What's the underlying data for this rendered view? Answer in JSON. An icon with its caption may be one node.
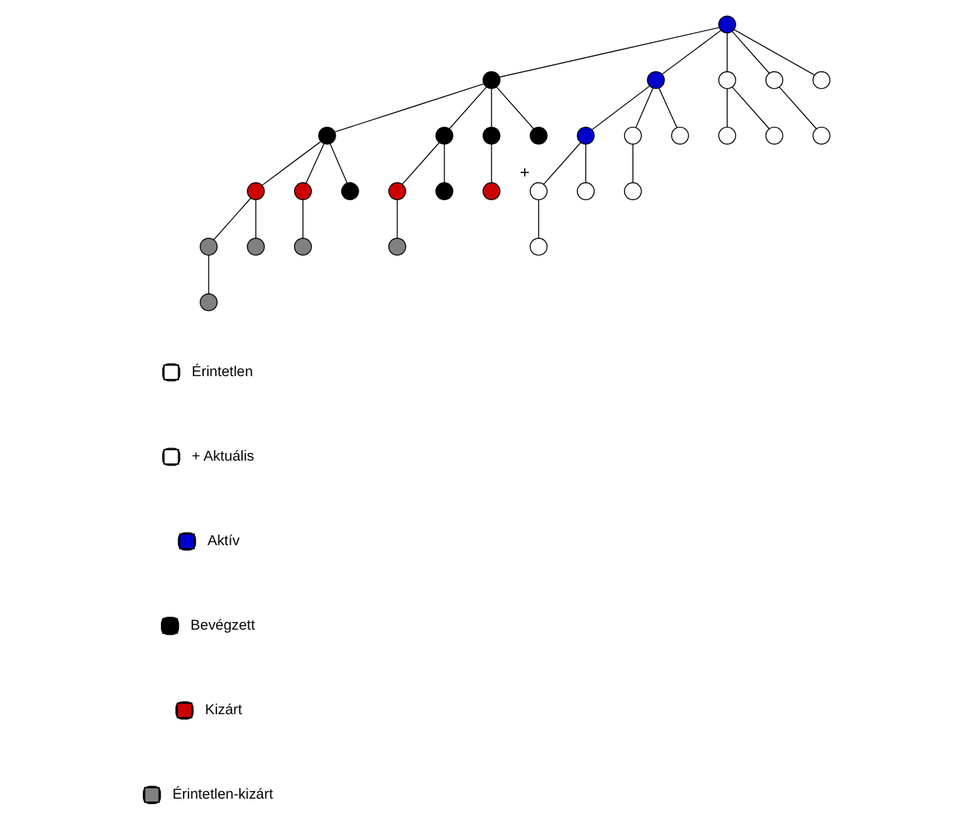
{
  "diagram": {
    "nodes": [
      {
        "text": [],
        "shape": "circle"
      },
      {
        "text": [],
        "shape": "circle"
      },
      {
        "text": [],
        "shape": "circle"
      },
      {
        "text": [],
        "shape": "circle"
      },
      {
        "text": [],
        "shape": "circle"
      },
      {
        "text": [],
        "shape": "circle"
      },
      {
        "text": [],
        "shape": "circle"
      },
      {
        "text": [],
        "shape": "circle"
      },
      {
        "text": [],
        "shape": "circle"
      },
      {
        "text": [],
        "shape": "circle"
      },
      {
        "text": [],
        "shape": "circle"
      },
      {
        "text": [],
        "shape": "circle"
      },
      {
        "text": [],
        "shape": "circle"
      },
      {
        "text": [],
        "shape": "circle"
      },
      {
        "text": [],
        "shape": "circle"
      },
      {
        "text": [],
        "shape": "circle"
      },
      {
        "text": [],
        "shape": "circle"
      },
      {
        "text": [],
        "shape": "circle"
      },
      {
        "text": [],
        "shape": "circle"
      },
      {
        "text": [],
        "shape": "circle"
      },
      {
        "text": [],
        "shape": "circle"
      },
      {
        "text": [],
        "shape": "circle"
      },
      {
        "text": [],
        "shape": "circle",
        "beside": [
          "+"
        ]
      },
      {
        "text": [],
        "shape": "circle"
      },
      {
        "text": [],
        "shape": "circle"
      },
      {
        "text": [],
        "shape": "circle"
      },
      {
        "text": [],
        "shape": "circle"
      },
      {
        "text": [],
        "shape": "circle"
      },
      {
        "text": [],
        "shape": "circle"
      },
      {
        "text": [],
        "shape": "circle"
      },
      {
        "text": [],
        "shape": "circle"
      }
    ],
    "edges": [
      {
        "from": 0,
        "to": 1,
        "arrow": "none"
      },
      {
        "from": 0,
        "to": 2,
        "arrow": "none"
      },
      {
        "from": 0,
        "to": 3,
        "arrow": "none"
      },
      {
        "from": 0,
        "to": 4,
        "arrow": "none"
      },
      {
        "from": 0,
        "to": 5,
        "arrow": "none"
      },
      {
        "from": 1,
        "to": 6,
        "arrow": "none"
      },
      {
        "from": 1,
        "to": 7,
        "arrow": "none"
      },
      {
        "from": 1,
        "to": 8,
        "arrow": "none"
      },
      {
        "from": 1,
        "to": 9,
        "arrow": "none"
      },
      {
        "from": 2,
        "to": 10,
        "arrow": "none"
      },
      {
        "from": 2,
        "to": 11,
        "arrow": "none"
      },
      {
        "from": 2,
        "to": 12,
        "arrow": "none"
      },
      {
        "from": 3,
        "to": 13,
        "arrow": "none"
      },
      {
        "from": 3,
        "to": 14,
        "arrow": "none"
      },
      {
        "from": 4,
        "to": 15,
        "arrow": "none"
      },
      {
        "from": 6,
        "to": 16,
        "arrow": "none"
      },
      {
        "from": 6,
        "to": 17,
        "arrow": "none"
      },
      {
        "from": 6,
        "to": 18,
        "arrow": "none"
      },
      {
        "from": 7,
        "to": 19,
        "arrow": "none"
      },
      {
        "from": 7,
        "to": 20,
        "arrow": "none"
      },
      {
        "from": 8,
        "to": 21,
        "arrow": "none"
      },
      {
        "from": 10,
        "to": 22,
        "arrow": "none"
      },
      {
        "from": 10,
        "to": 23,
        "arrow": "none"
      },
      {
        "from": 11,
        "to": 24,
        "arrow": "none"
      },
      {
        "from": 16,
        "to": 25,
        "arrow": "none"
      },
      {
        "from": 16,
        "to": 26,
        "arrow": "none"
      },
      {
        "from": 17,
        "to": 27,
        "arrow": "none"
      },
      {
        "from": 19,
        "to": 28,
        "arrow": "none"
      },
      {
        "from": 22,
        "to": 29,
        "arrow": "none"
      },
      {
        "from": 25,
        "to": 30,
        "arrow": "none"
      }
    ],
    "legend": [
      {
        "text": "Érintetlen",
        "color": "#ffffff"
      },
      {
        "text": "+ Aktuális",
        "color": "#ffffff"
      },
      {
        "text": "Aktív",
        "color": "#0000cc"
      },
      {
        "text": "Bevégzett",
        "color": "#000000"
      },
      {
        "text": "Kizárt",
        "color": "#cc0000"
      },
      {
        "text": "Érintetlen-kizárt",
        "color": "#808080"
      }
    ]
  }
}
